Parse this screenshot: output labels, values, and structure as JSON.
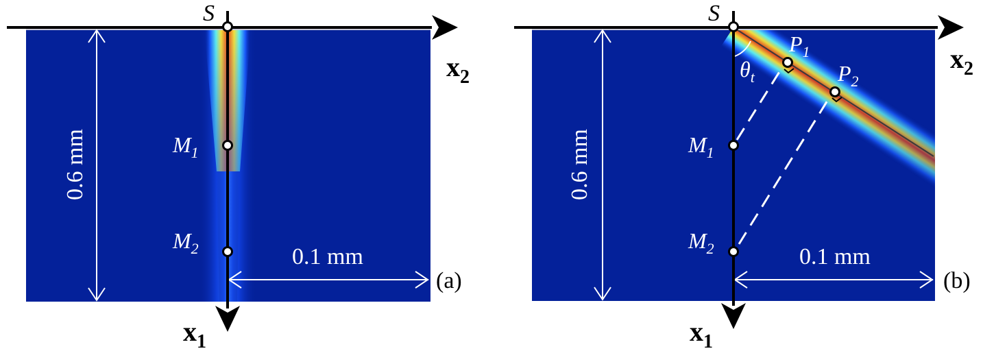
{
  "figure": {
    "colors": {
      "background_field": "#04219A",
      "axis": "#000000",
      "annotation": "#ffffff",
      "beam_core": "#e8441d",
      "beam_mid": "#f5e23a",
      "beam_edge": "#5ff0f0",
      "beam_outer": "#1a5cff",
      "ray_line": "#3a3a3a"
    },
    "panels": [
      {
        "id": "a",
        "caption": "(a)",
        "source_label": "S",
        "axis_horizontal_label": "x",
        "axis_horizontal_sub": "2",
        "axis_vertical_label": "x",
        "axis_vertical_sub": "1",
        "points": [
          {
            "label": "M",
            "sub": "1"
          },
          {
            "label": "M",
            "sub": "2"
          }
        ],
        "dim_vertical": "0.6 mm",
        "dim_horizontal": "0.1 mm",
        "beam": "normal incidence (vertical)"
      },
      {
        "id": "b",
        "caption": "(b)",
        "source_label": "S",
        "axis_horizontal_label": "x",
        "axis_horizontal_sub": "2",
        "axis_vertical_label": "x",
        "axis_vertical_sub": "1",
        "angle_label": "θ",
        "angle_sub": "t",
        "points": [
          {
            "label": "M",
            "sub": "1"
          },
          {
            "label": "M",
            "sub": "2"
          }
        ],
        "projections": [
          {
            "label": "P",
            "sub": "1"
          },
          {
            "label": "P",
            "sub": "2"
          }
        ],
        "dim_vertical": "0.6 mm",
        "dim_horizontal": "0.1 mm",
        "beam": "oblique incidence at angle θt"
      }
    ]
  }
}
